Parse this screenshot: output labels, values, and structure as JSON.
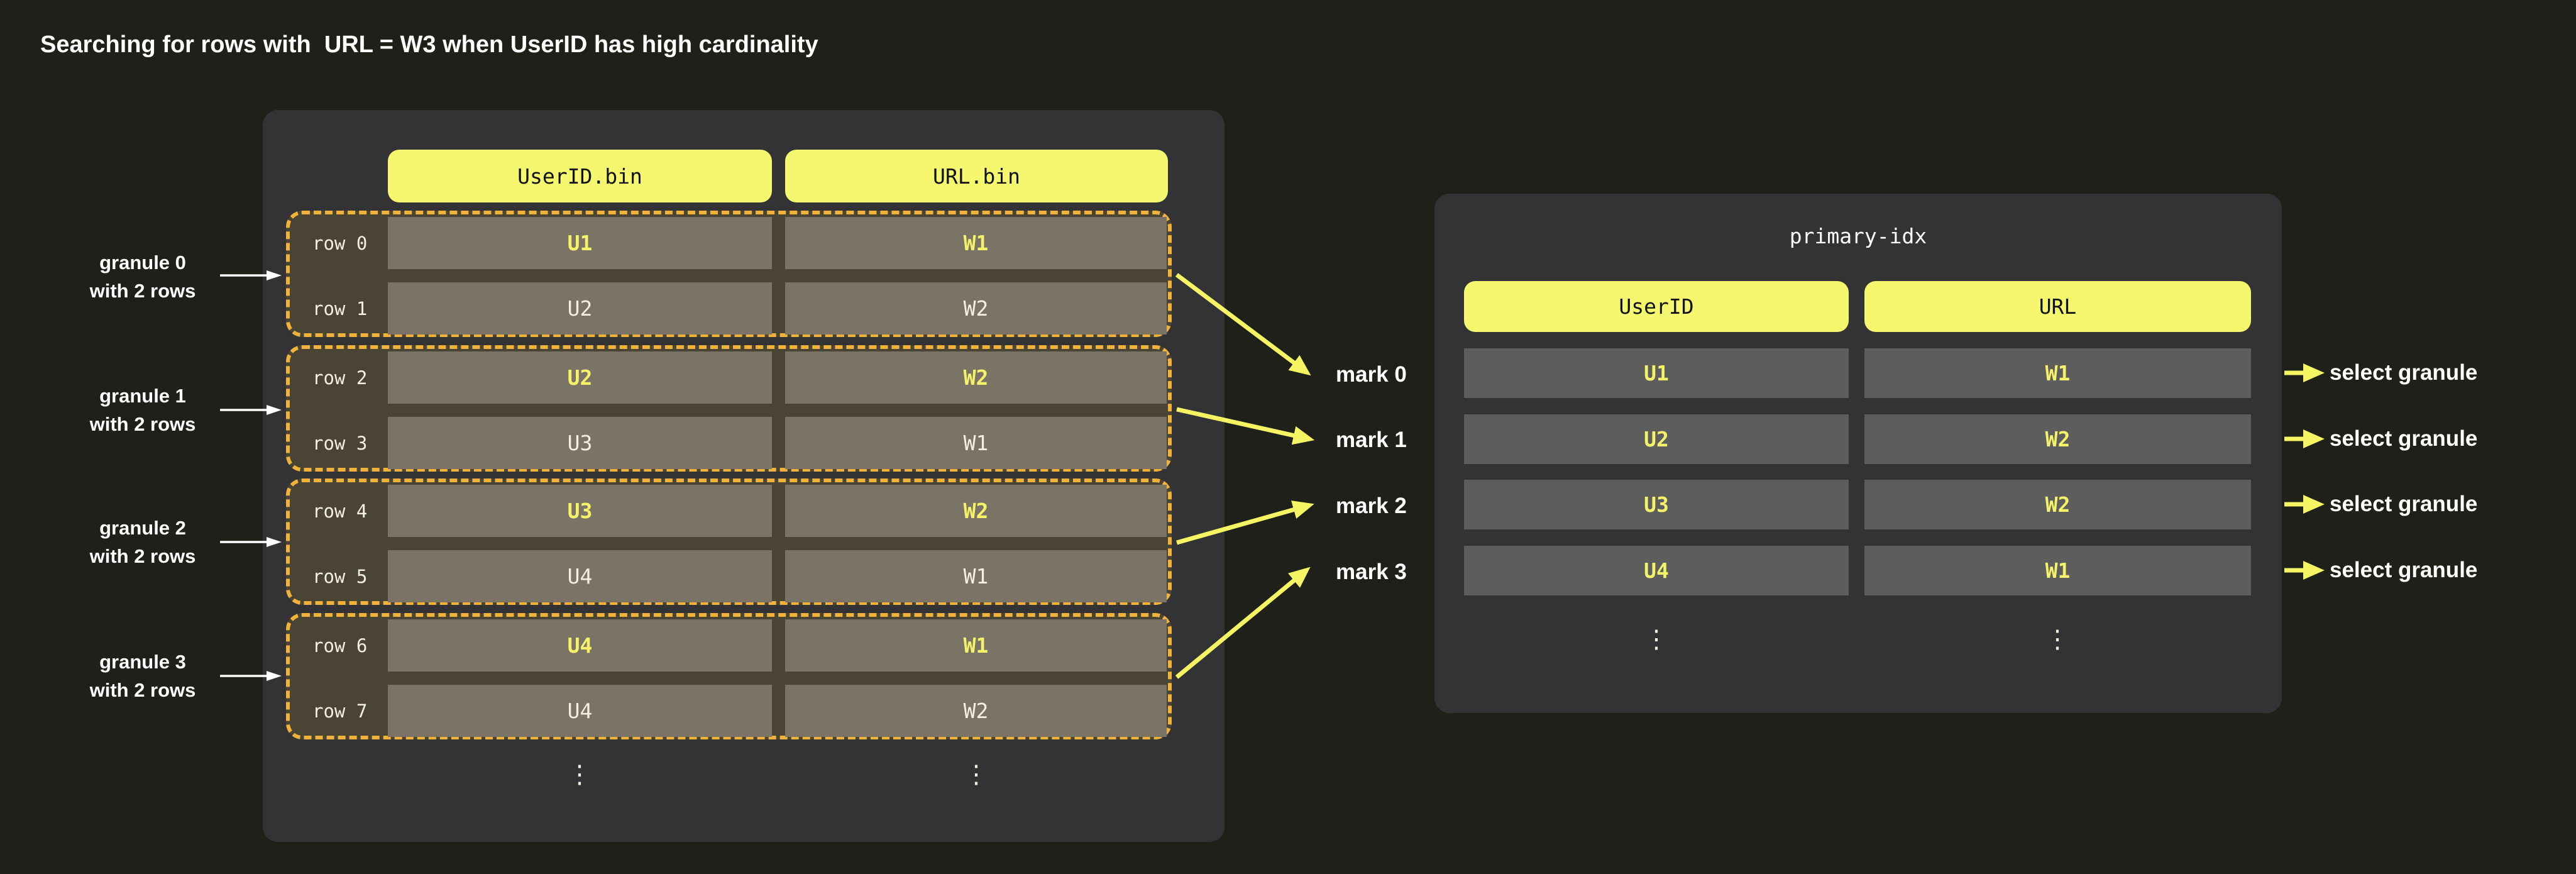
{
  "title": "Searching for rows with  URL = W3 when UserID has high cardinality",
  "colors": {
    "background": "#1f201a",
    "panel": "#333336",
    "accent_yellow": "#f5f86e",
    "dashed_border": "#f0b23a",
    "granule_bg": "#4a4434",
    "cell_bg": "#7b7365",
    "index_cell_bg": "#5d5d5d",
    "value_yellow": "#f3f269",
    "text_light": "#f5efe0",
    "arrow_yellow": "#f5f563",
    "white": "#ffffff"
  },
  "left_panel": {
    "column_headers": [
      "UserID.bin",
      "URL.bin"
    ],
    "granules": [
      {
        "label_line1": "granule 0",
        "label_line2": "with 2 rows",
        "rows": [
          {
            "label": "row 0",
            "user_id": "U1",
            "url": "W1",
            "highlight": true
          },
          {
            "label": "row 1",
            "user_id": "U2",
            "url": "W2",
            "highlight": false
          }
        ]
      },
      {
        "label_line1": "granule 1",
        "label_line2": "with 2 rows",
        "rows": [
          {
            "label": "row 2",
            "user_id": "U2",
            "url": "W2",
            "highlight": true
          },
          {
            "label": "row 3",
            "user_id": "U3",
            "url": "W1",
            "highlight": false
          }
        ]
      },
      {
        "label_line1": "granule 2",
        "label_line2": "with 2 rows",
        "rows": [
          {
            "label": "row 4",
            "user_id": "U3",
            "url": "W2",
            "highlight": true
          },
          {
            "label": "row 5",
            "user_id": "U4",
            "url": "W1",
            "highlight": false
          }
        ]
      },
      {
        "label_line1": "granule 3",
        "label_line2": "with 2 rows",
        "rows": [
          {
            "label": "row 6",
            "user_id": "U4",
            "url": "W1",
            "highlight": true
          },
          {
            "label": "row 7",
            "user_id": "U4",
            "url": "W2",
            "highlight": false
          }
        ]
      }
    ],
    "ellipsis": "⋮"
  },
  "marks": [
    "mark 0",
    "mark 1",
    "mark 2",
    "mark 3"
  ],
  "right_panel": {
    "title": "primary-idx",
    "column_headers": [
      "UserID",
      "URL"
    ],
    "rows": [
      {
        "user_id": "U1",
        "url": "W1"
      },
      {
        "user_id": "U2",
        "url": "W2"
      },
      {
        "user_id": "U3",
        "url": "W2"
      },
      {
        "user_id": "U4",
        "url": "W1"
      }
    ],
    "ellipsis": "⋮",
    "select_label": "select granule"
  }
}
